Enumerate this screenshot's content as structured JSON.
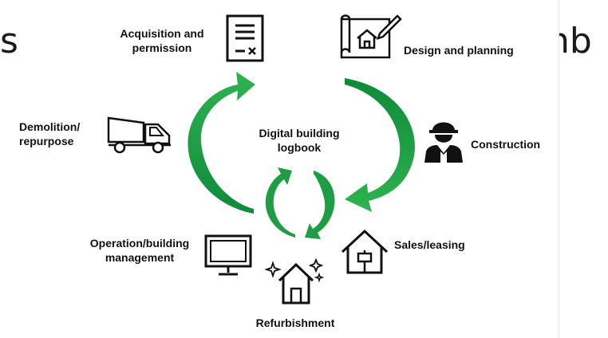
{
  "background": {
    "left_fragment": "s",
    "right_fragment": "nb"
  },
  "colors": {
    "arrow_green": "#1f9d45",
    "arrow_green_light": "#52c16b",
    "icon_stroke": "#111111"
  },
  "diagram": {
    "center_label_line1": "Digital building",
    "center_label_line2": "logbook",
    "stages": [
      {
        "label_line1": "Acquisition and",
        "label_line2": "permission",
        "icon": "document-icon"
      },
      {
        "label_line1": "Design and planning",
        "label_line2": "",
        "icon": "blueprint-icon"
      },
      {
        "label_line1": "Construction",
        "label_line2": "",
        "icon": "construction-worker-icon"
      },
      {
        "label_line1": "Sales/leasing",
        "label_line2": "",
        "icon": "house-for-sale-icon"
      },
      {
        "label_line1": "Refurbishment",
        "label_line2": "",
        "icon": "sparkling-house-icon"
      },
      {
        "label_line1": "Operation/building",
        "label_line2": "management",
        "icon": "monitor-icon"
      },
      {
        "label_line1": "Demolition/",
        "label_line2": "repurpose",
        "icon": "dump-truck-icon"
      }
    ]
  }
}
